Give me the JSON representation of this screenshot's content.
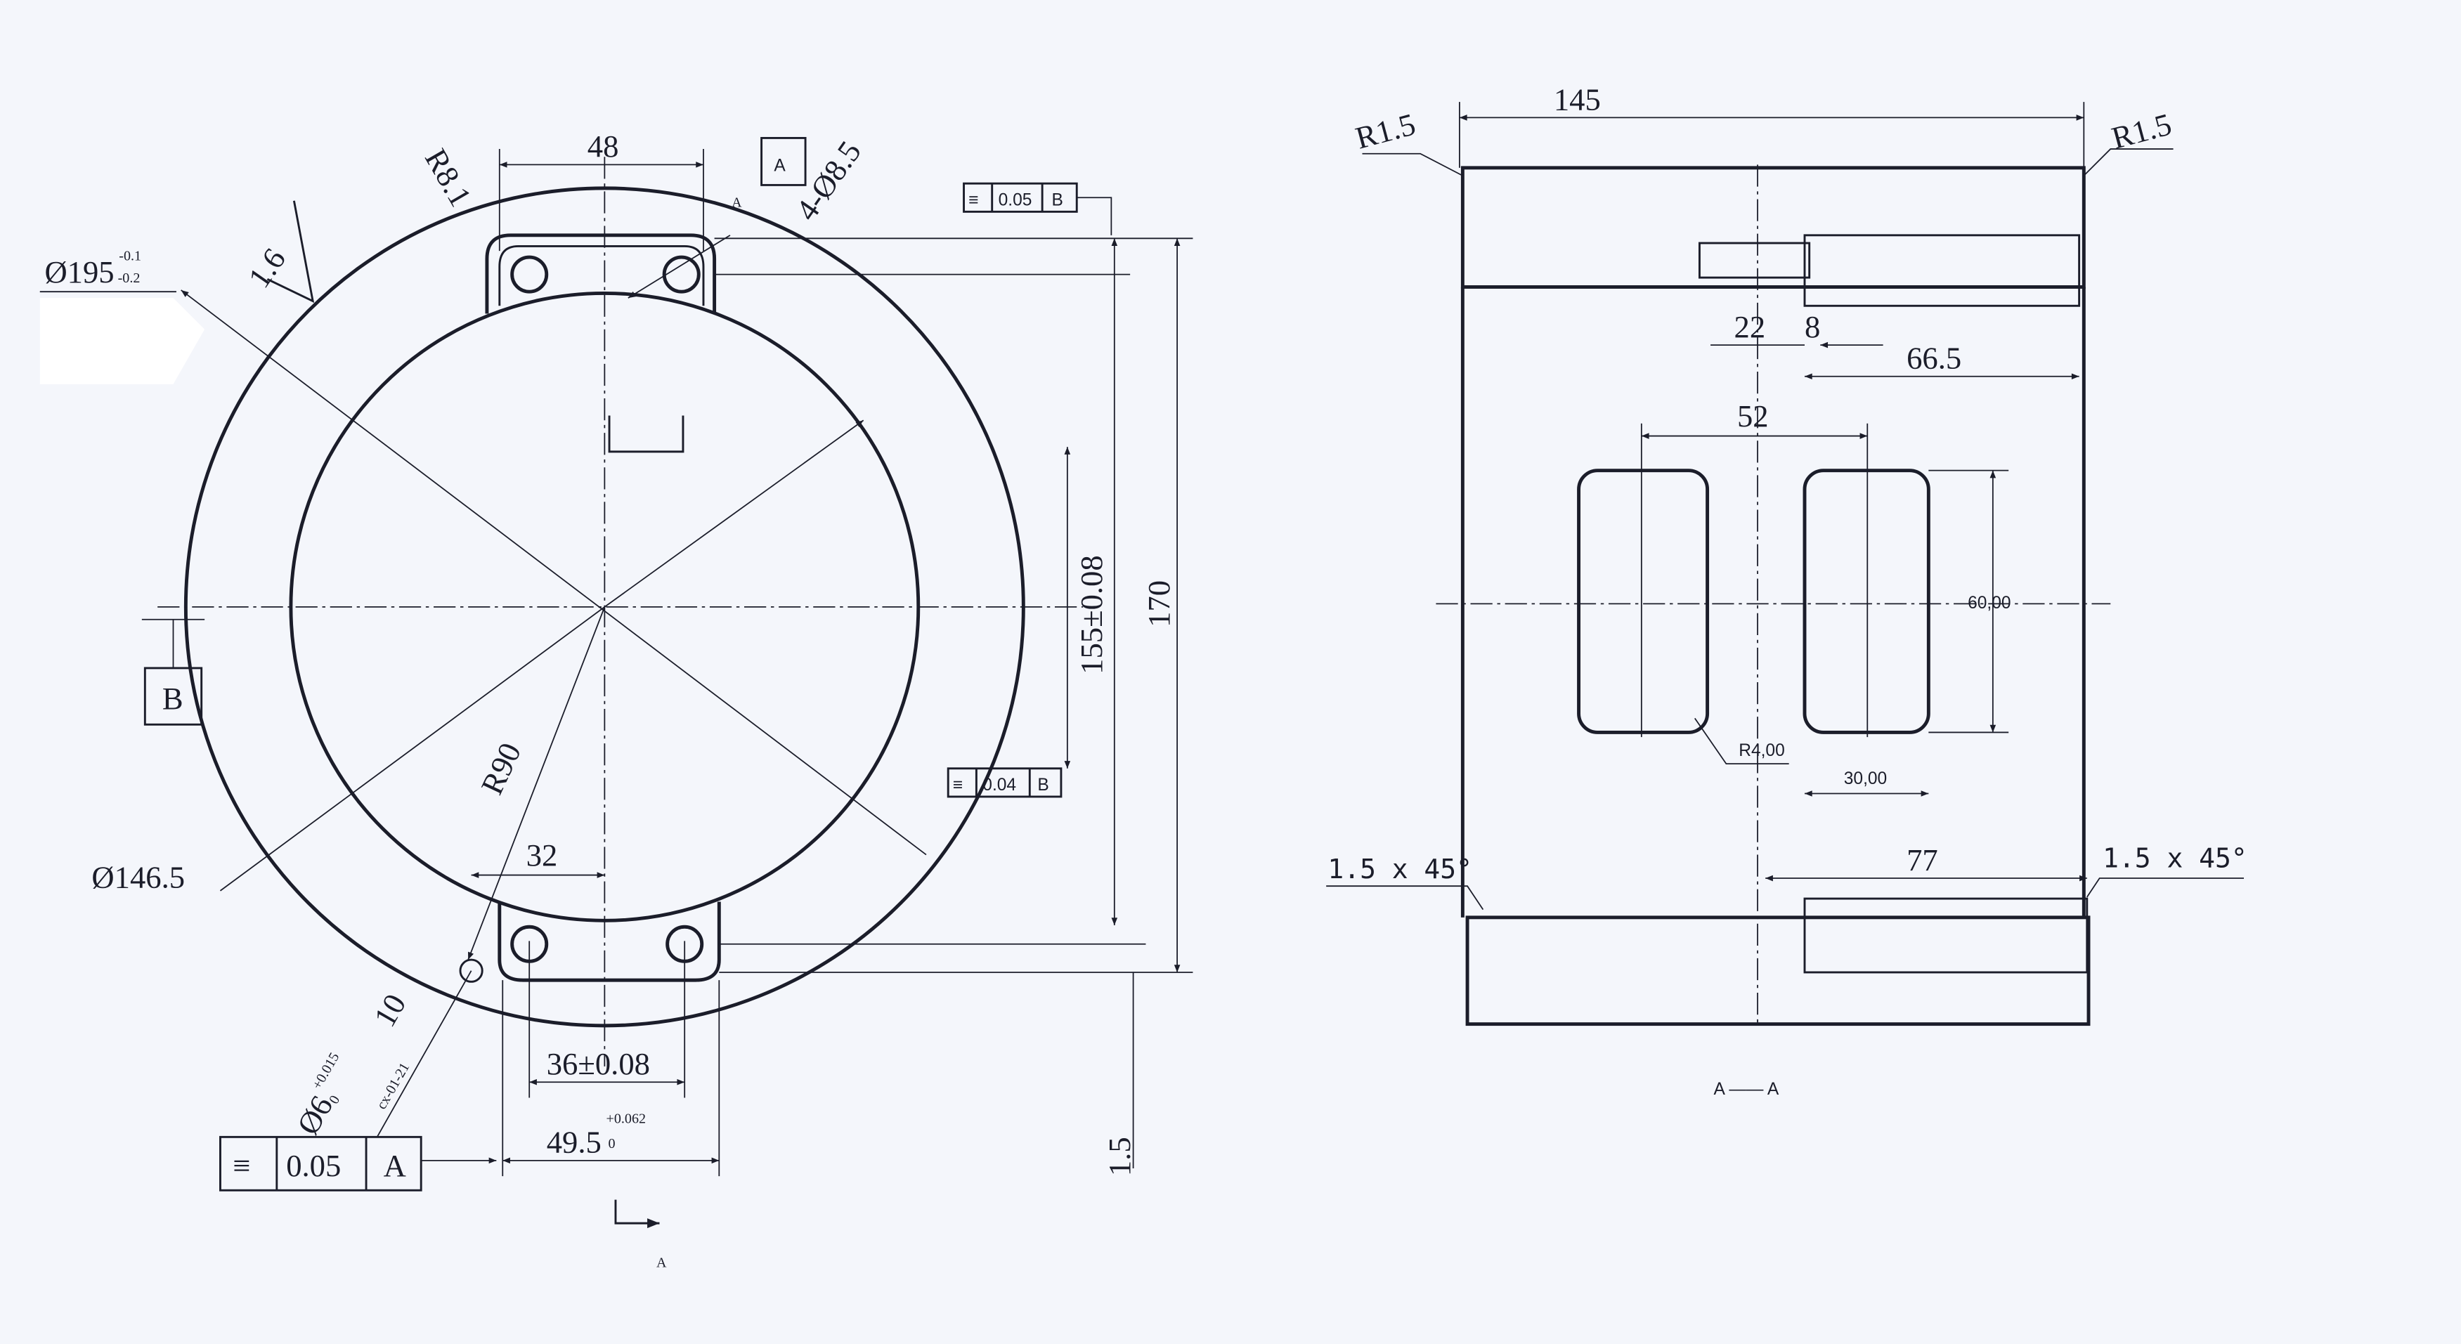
{
  "front_view": {
    "dim_outer_dia": "Ø195",
    "dim_outer_dia_upper": "-0.1",
    "dim_outer_dia_lower": "-0.2",
    "roughness": "1.6",
    "dim_corner_radius": "R8.1",
    "dim_hole_spacing_top": "48",
    "dim_holes": "4-Ø8.5",
    "datum_a_box": "A",
    "section_mark_top": "A",
    "section_mark_bottom": "A",
    "tol_top": {
      "symbol": "symmetry",
      "value": "0.05",
      "datum": "B"
    },
    "tol_mid": {
      "symbol": "symmetry",
      "value": "0.04",
      "datum": "B"
    },
    "tol_bottom": {
      "symbol": "symmetry",
      "value": "0.05",
      "datum": "A"
    },
    "dim_155": "155±0.08",
    "dim_170": "170",
    "datum_b": "B",
    "dim_r90": "R90",
    "dim_inner_dia": "Ø146.5",
    "dim_32": "32",
    "dim_36": "36±0.08",
    "dim_49_5": "49.5",
    "dim_49_5_upper": "+0.062",
    "dim_49_5_lower": "0",
    "dim_pin": "Ø6",
    "dim_pin_upper": "+0.015",
    "dim_pin_lower": "0",
    "dim_pin_depth": "10",
    "pin_note": "cx-01-21",
    "dim_1_5": "1.5"
  },
  "section_view": {
    "dim_145": "145",
    "r_left": "R1.5",
    "r_right": "R1.5",
    "dim_22": "22",
    "dim_8": "8",
    "dim_66_5": "66.5",
    "dim_52": "52",
    "dim_60": "60,00",
    "dim_r4": "R4,00",
    "dim_30": "30,00",
    "chamfer_left": "1.5 x 45°",
    "chamfer_right": "1.5 x 45°",
    "dim_77": "77",
    "section_label": "A —— A"
  }
}
